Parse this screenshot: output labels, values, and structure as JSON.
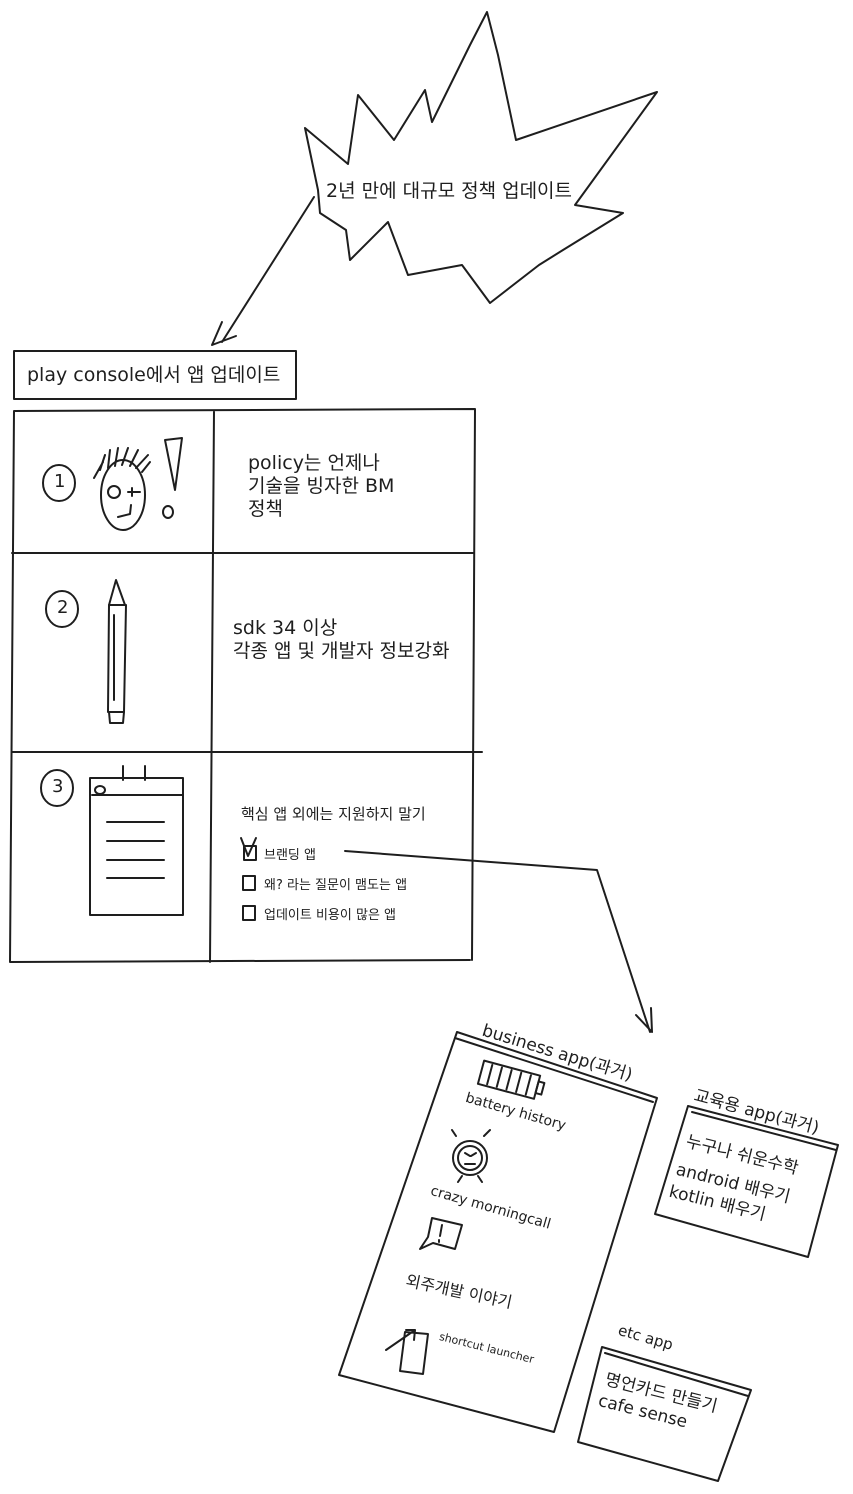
{
  "burst": {
    "text": "2년 만에 대규모 정책 업데이트"
  },
  "play_console": {
    "title": "play console에서 앱 업데이트"
  },
  "rows": [
    {
      "number": "1",
      "lines": [
        "policy는 언제나",
        "기술을 빙자한 BM",
        "정책"
      ]
    },
    {
      "number": "2",
      "lines": [
        "sdk 34 이상",
        "각종 앱 및 개발자 정보강화"
      ]
    },
    {
      "number": "3",
      "heading": "핵심 앱 외에는 지원하지 말기",
      "options": [
        {
          "label": "브랜딩 앱",
          "checked": true
        },
        {
          "label": "왜? 라는 질문이 맴도는 앱",
          "checked": false
        },
        {
          "label": "업데이트 비용이 많은 앱",
          "checked": false
        }
      ]
    }
  ],
  "business": {
    "title": "business app(과거)",
    "apps": [
      "battery history",
      "crazy morningcall",
      "외주개발 이야기",
      "shortcut launcher"
    ]
  },
  "education": {
    "title": "교육용 app(과거)",
    "apps": [
      "누구나 쉬운수학",
      "android 배우기",
      "kotlin 배우기"
    ]
  },
  "etc": {
    "title": "etc app",
    "apps": [
      "명언카드 만들기",
      "cafe sense"
    ]
  }
}
